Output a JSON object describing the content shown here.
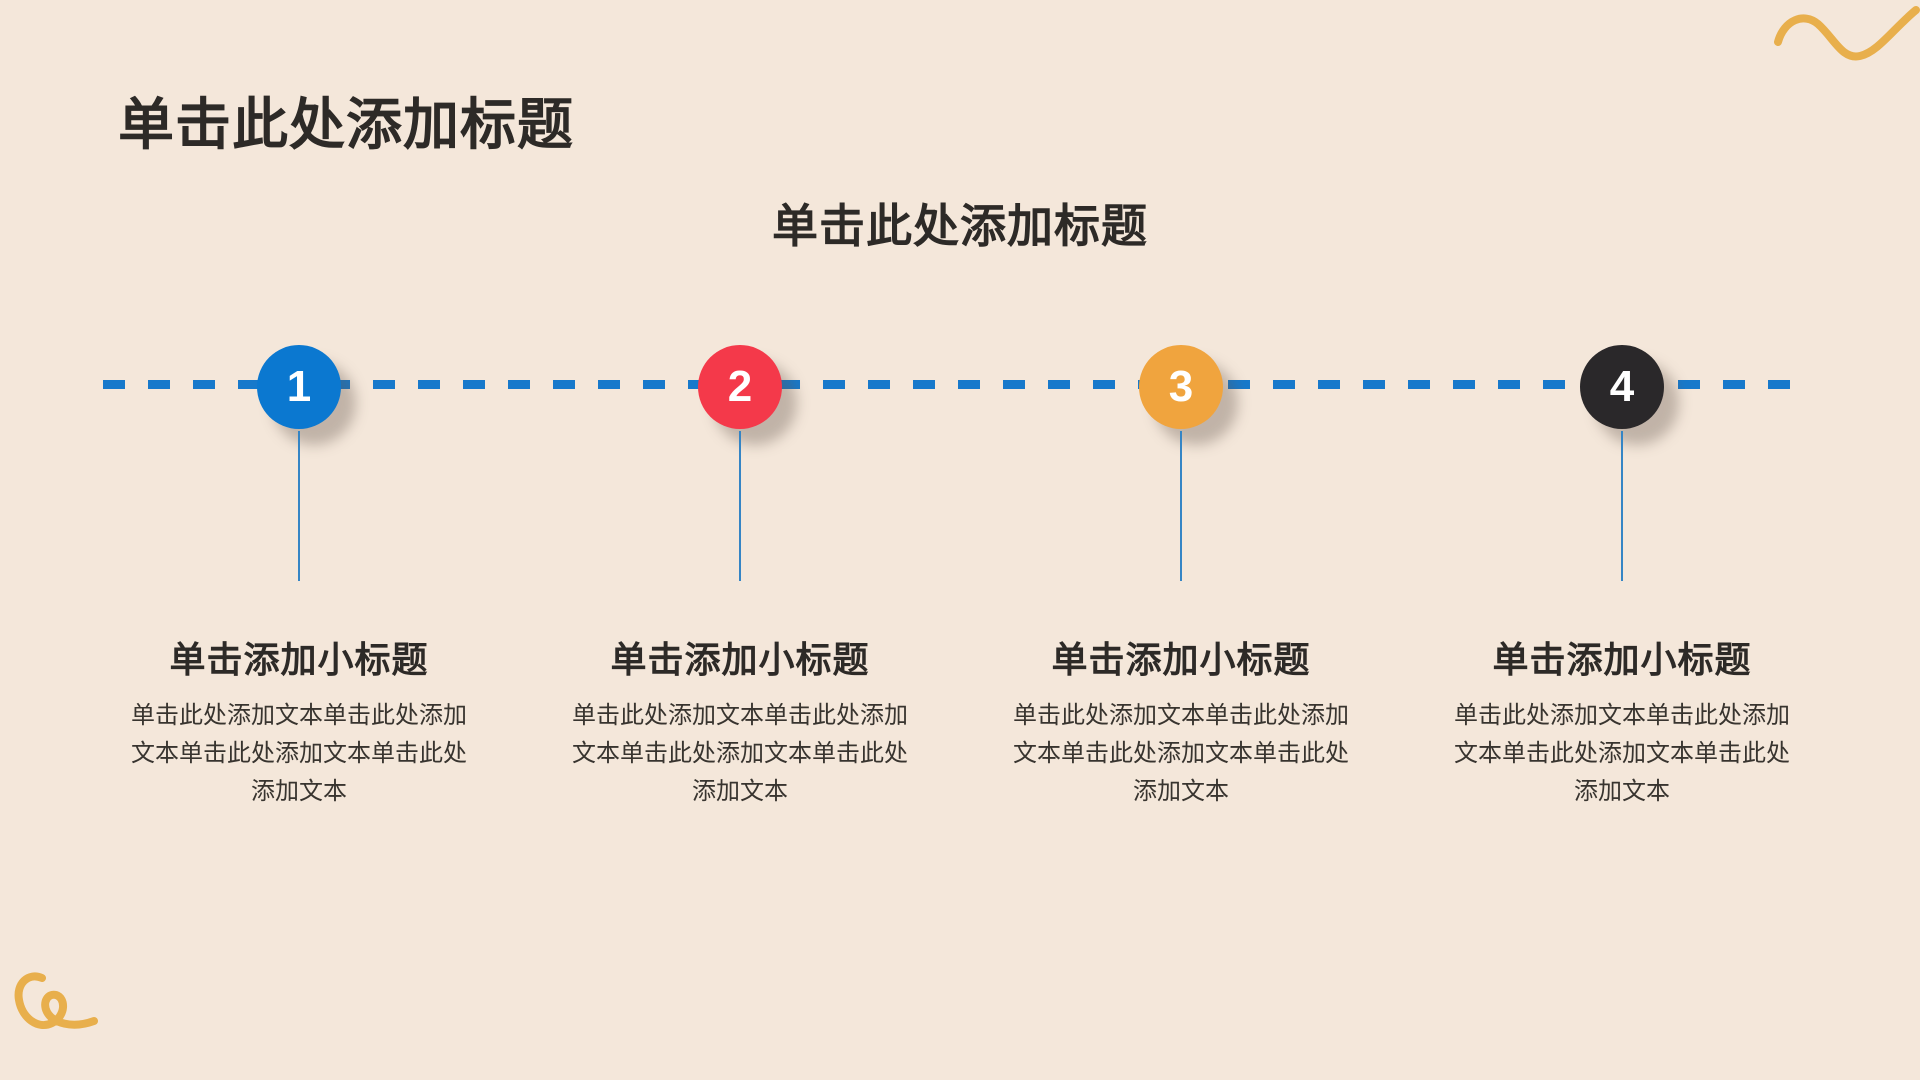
{
  "slide": {
    "main_title": "单击此处添加标题",
    "section_title": "单击此处添加标题",
    "background_color": "#f4e7da",
    "title_color": "#2d2a27"
  },
  "timeline": {
    "dash_color": "#1779cb",
    "connector_color": "#3585c5",
    "items": [
      {
        "number": "1",
        "circle_color": "#0b78d0",
        "subtitle": "单击添加小标题",
        "body": "单击此处添加文本单击此处添加文本单击此处添加文本单击此处添加文本"
      },
      {
        "number": "2",
        "circle_color": "#f4394a",
        "subtitle": "单击添加小标题",
        "body": "单击此处添加文本单击此处添加文本单击此处添加文本单击此处添加文本"
      },
      {
        "number": "3",
        "circle_color": "#f0a43e",
        "subtitle": "单击添加小标题",
        "body": "单击此处添加文本单击此处添加文本单击此处添加文本单击此处添加文本"
      },
      {
        "number": "4",
        "circle_color": "#2a282a",
        "subtitle": "单击添加小标题",
        "body": "单击此处添加文本单击此处添加文本单击此处添加文本单击此处添加文本"
      }
    ]
  },
  "decor": {
    "squiggle_color": "#e8af4c",
    "top_right_squiggle": "wavy-line",
    "bottom_left_squiggle": "loop-curl"
  }
}
